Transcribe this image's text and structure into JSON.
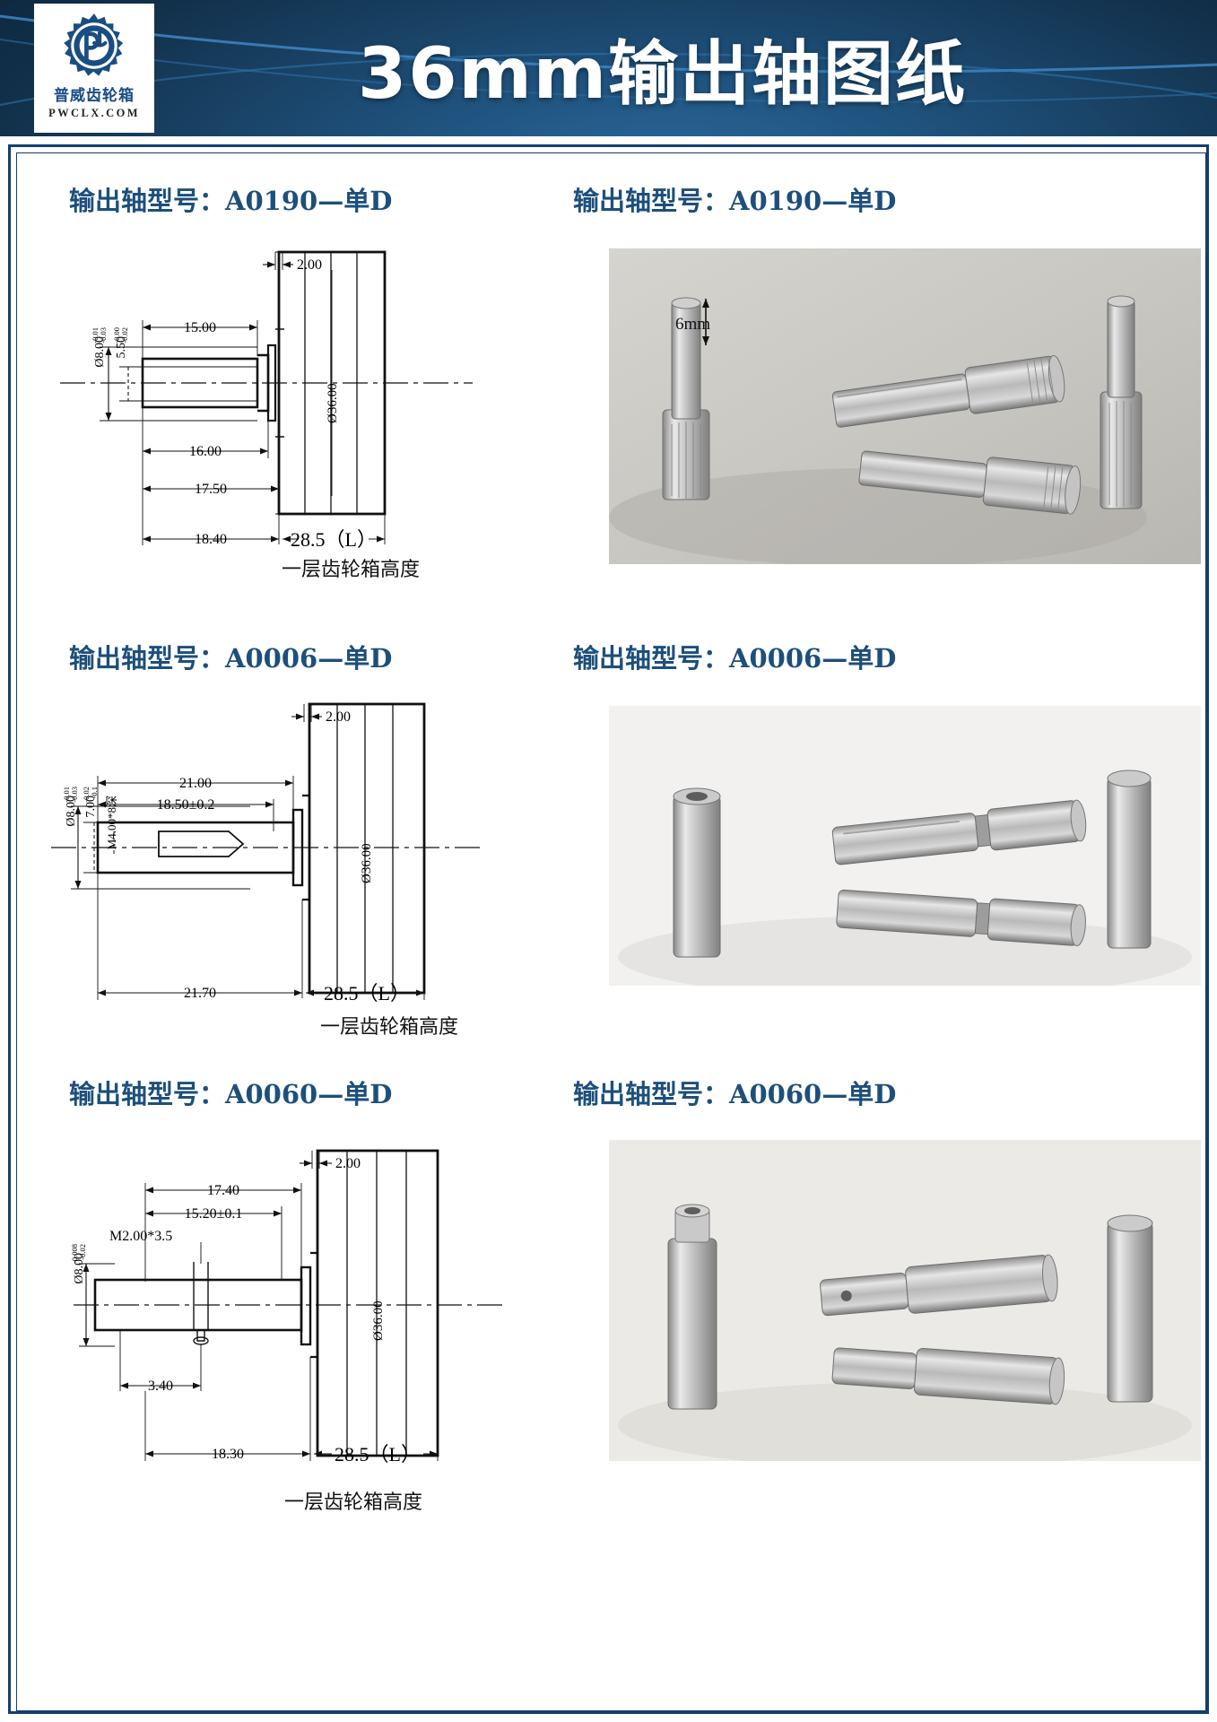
{
  "header": {
    "title": "36mm输出轴图纸",
    "logo": {
      "icon": "gear-logo-icon",
      "company_cn": "普威齿轮箱",
      "website": "PWCLX.COM"
    }
  },
  "sections": [
    {
      "id": "a0190",
      "title_left": "输出轴型号：A0190—单D",
      "title_right": "输出轴型号：A0190—单D",
      "caption": "一层齿轮箱高度",
      "drawing": {
        "vertical_dims": [
          {
            "text": "Ø8.00",
            "tol_upper": "-0.01",
            "tol_lower": "-0.03"
          },
          {
            "text": "5.50",
            "tol_upper": "-0.00",
            "tol_lower": "-0.02"
          }
        ],
        "diameter_label": "Ø36.00",
        "top_dim": "2.00",
        "horizontal_dims": [
          "15.00",
          "16.00",
          "17.50",
          "18.40"
        ],
        "length_dim": "28.5（L）"
      },
      "photo": {
        "annotation": "6mm",
        "alt": "output-shaft-a0190-photo"
      }
    },
    {
      "id": "a0006",
      "title_left": "输出轴型号：A0006—单D",
      "title_right": "输出轴型号：A0006—单D",
      "caption": "一层齿轮箱高度",
      "drawing": {
        "vertical_dims": [
          {
            "text": "Ø8.00",
            "tol_upper": "-0.01",
            "tol_lower": "-0.03"
          },
          {
            "text": "7.00",
            "tol_upper": "-0.02",
            "tol_lower": "-0.1"
          },
          {
            "text": "M4.00*8深",
            "tol_upper": "",
            "tol_lower": ""
          }
        ],
        "diameter_label": "Ø36.00",
        "top_dim": "2.00",
        "horizontal_dims": [
          "21.00",
          "18.50±0.2",
          "21.70"
        ],
        "length_dim": "28.5（L）"
      },
      "photo": {
        "annotation": "",
        "alt": "output-shaft-a0006-photo"
      }
    },
    {
      "id": "a0060",
      "title_left": "输出轴型号：A0060—单D",
      "title_right": "输出轴型号：A0060—单D",
      "caption": "一层齿轮箱高度",
      "drawing": {
        "vertical_dims": [
          {
            "text": "Ø8.00",
            "tol_upper": "-0.008",
            "tol_lower": "-0.02"
          }
        ],
        "thread_label": "M2.00*3.5",
        "diameter_label": "Ø36.00",
        "top_dim": "2.00",
        "horizontal_dims": [
          "17.40",
          "15.20±0.1",
          "3.40",
          "18.30"
        ],
        "length_dim": "28.5（L）"
      },
      "photo": {
        "annotation": "",
        "alt": "output-shaft-a0060-photo"
      }
    }
  ],
  "colors": {
    "brand_blue": "#1d4f7c",
    "frame_blue": "#123f6d",
    "header_dark": "#0c2340",
    "line_black": "#111111"
  }
}
